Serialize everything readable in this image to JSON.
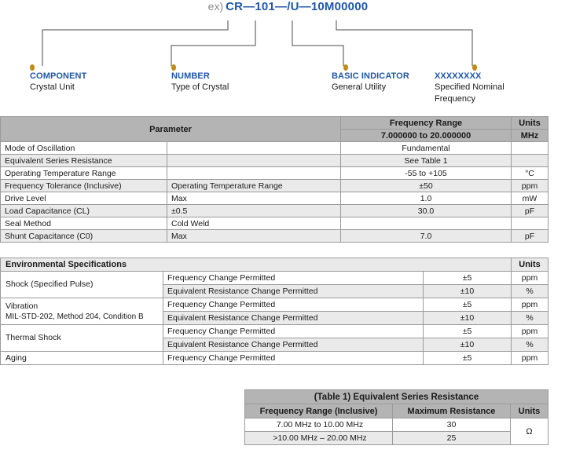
{
  "header": {
    "example_prefix": "ex)",
    "part_number": "CR—101—/U—10M00000"
  },
  "callouts": [
    {
      "title": "COMPONENT",
      "desc": "Crystal Unit"
    },
    {
      "title": "NUMBER",
      "desc": "Type of Crystal"
    },
    {
      "title": "BASIC INDICATOR",
      "desc": "General Utility"
    },
    {
      "title": "XXXXXXXX",
      "desc": "Specified Nominal\nFrequency"
    }
  ],
  "parameter_table": {
    "col_parameter": "Parameter",
    "col_frequency_range": "Frequency Range",
    "col_units": "Units",
    "frequency_range_value": "7.000000 to 20.000000",
    "units_value": "MHz",
    "rows": [
      {
        "name": "Mode of Oscillation",
        "condition": "",
        "value": "Fundamental",
        "units": ""
      },
      {
        "name": "Equivalent Series Resistance",
        "condition": "",
        "value": "See Table 1",
        "units": ""
      },
      {
        "name": "Operating Temperature Range",
        "condition": "",
        "value": "-55 to +105",
        "units": "°C"
      },
      {
        "name": "Frequency Tolerance (Inclusive)",
        "condition": "Operating Temperature Range",
        "value": "±50",
        "units": "ppm"
      },
      {
        "name": "Drive Level",
        "condition": "Max",
        "value": "1.0",
        "units": "mW"
      },
      {
        "name": "Load Capacitance (CL)",
        "condition": "±0.5",
        "value": "30.0",
        "units": "pF"
      },
      {
        "name": "Seal Method",
        "condition": "Cold Weld",
        "value": "",
        "units": ""
      },
      {
        "name": "Shunt Capacitance (C0)",
        "condition": "Max",
        "value": "7.0",
        "units": "pF"
      }
    ]
  },
  "environmental_table": {
    "title": "Environmental Specifications",
    "col_units": "Units",
    "groups": [
      {
        "label": "Shock (Specified Pulse)",
        "sublabel": "",
        "rows": [
          {
            "test": "Frequency Change Permitted",
            "value": "±5",
            "units": "ppm"
          },
          {
            "test": "Equivalent Resistance Change Permitted",
            "value": "±10",
            "units": "%"
          }
        ]
      },
      {
        "label": "Vibration",
        "sublabel": "MIL-STD-202, Method 204, Condition B",
        "rows": [
          {
            "test": "Frequency Change Permitted",
            "value": "±5",
            "units": "ppm"
          },
          {
            "test": "Equivalent Resistance Change Permitted",
            "value": "±10",
            "units": "%"
          }
        ]
      },
      {
        "label": "Thermal Shock",
        "sublabel": "",
        "rows": [
          {
            "test": "Frequency Change Permitted",
            "value": "±5",
            "units": "ppm"
          },
          {
            "test": "Equivalent Resistance Change Permitted",
            "value": "±10",
            "units": "%"
          }
        ]
      },
      {
        "label": "Aging",
        "sublabel": "",
        "rows": [
          {
            "test": "Frequency Change Permitted",
            "value": "±5",
            "units": "ppm"
          }
        ]
      }
    ]
  },
  "table1": {
    "title": "(Table 1) Equivalent Series Resistance",
    "col_frequency_range": "Frequency Range (Inclusive)",
    "col_max_resistance": "Maximum Resistance",
    "col_units": "Units",
    "units_value": "Ω",
    "rows": [
      {
        "range": "7.00 MHz to 10.00 MHz",
        "resistance": "30"
      },
      {
        "range": ">10.00 MHz – 20.00 MHz",
        "resistance": "25"
      }
    ]
  },
  "colors": {
    "accent_blue": "#1f57a8",
    "dot_gold": "#bf8b12",
    "header_dark": "#b4b4b4",
    "header_light": "#e9e9e9",
    "row_alt": "#eaeaea"
  }
}
